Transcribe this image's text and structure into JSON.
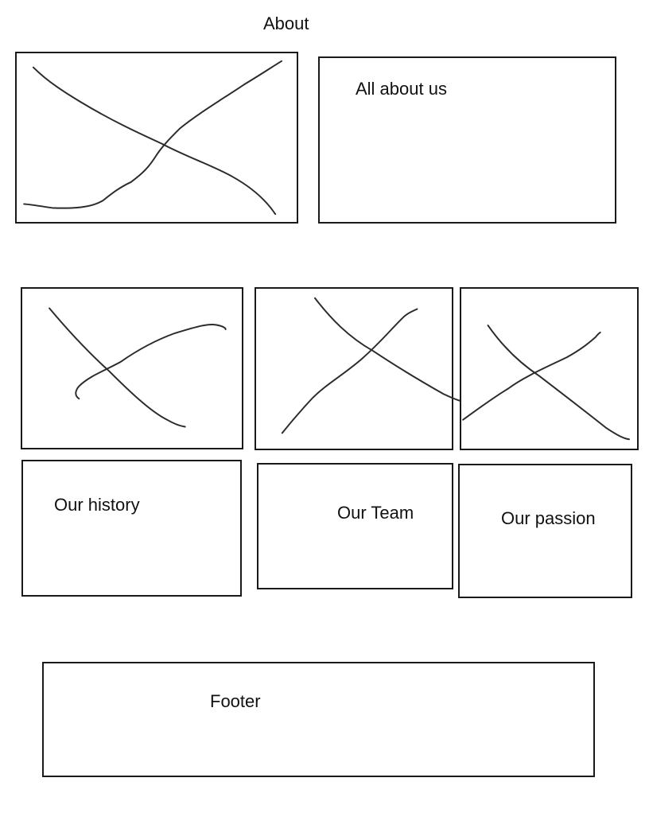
{
  "page": {
    "title": "About"
  },
  "intro": {
    "image_icon": "image-placeholder-x",
    "text": "All about us"
  },
  "sections": [
    {
      "image_icon": "image-placeholder-x",
      "label": "Our history"
    },
    {
      "image_icon": "image-placeholder-x",
      "label": "Our Team"
    },
    {
      "image_icon": "image-placeholder-x",
      "label": "Our passion"
    }
  ],
  "footer": {
    "label": "Footer"
  }
}
